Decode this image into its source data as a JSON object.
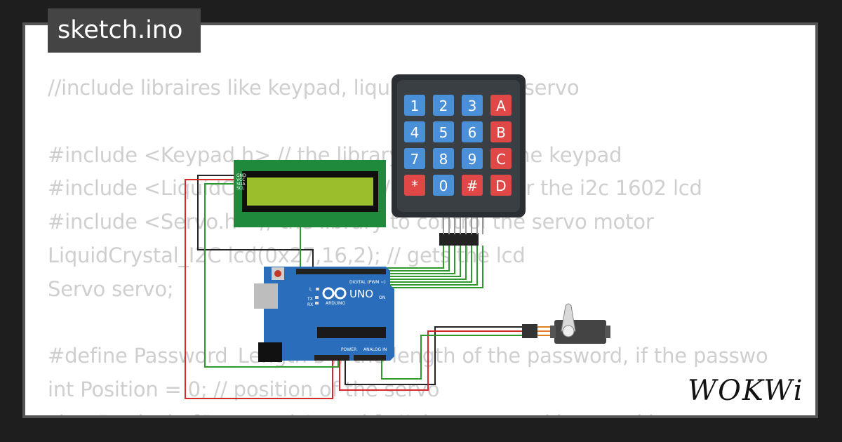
{
  "file_tab": {
    "label": "sketch.ino"
  },
  "code_lines": [
    "//include libraires like keypad, liquidcrystal i2c, servo",
    "",
    "#include <Keypad.h> // the library to control the keypad",
    "#include <LiquidCrystal_I2C.h> // the library for the i2c 1602 lcd",
    "#include <Servo.h> // the library to control the servo motor",
    "LiquidCrystal_I2C lcd(0x27,16,2); // gets the lcd",
    "Servo servo;",
    "",
    "#define Password_Length 5 // the length of the password, if the passwo",
    "int Position = 0; // position of the servo",
    "char Particular[Password_Length]; // the password is stored here"
  ],
  "keypad": {
    "keys": [
      [
        "1",
        "2",
        "3",
        "A"
      ],
      [
        "4",
        "5",
        "6",
        "B"
      ],
      [
        "7",
        "8",
        "9",
        "C"
      ],
      [
        "*",
        "0",
        "#",
        "D"
      ]
    ]
  },
  "lcd": {
    "pins": [
      "GND",
      "VCC",
      "SDA",
      "SCL"
    ]
  },
  "arduino": {
    "logo_text": "UNO",
    "brand_text": "ARDUINO",
    "digital_label": "DIGITAL (PWM ~)",
    "power_label": "POWER",
    "analog_label": "ANALOG IN",
    "on_label": "ON",
    "l_label": "L",
    "tx_label": "TX",
    "rx_label": "RX"
  },
  "watermark": {
    "text": "WOKWi"
  },
  "colors": {
    "keypad_number": "#4a90d9",
    "keypad_letter": "#e04848",
    "arduino_board": "#2a6ebb",
    "lcd_screen": "#9bbf2c",
    "lcd_board": "#1f8a3b",
    "wire_red": "#d62828",
    "wire_green": "#2e9a2e",
    "wire_black": "#222222"
  }
}
